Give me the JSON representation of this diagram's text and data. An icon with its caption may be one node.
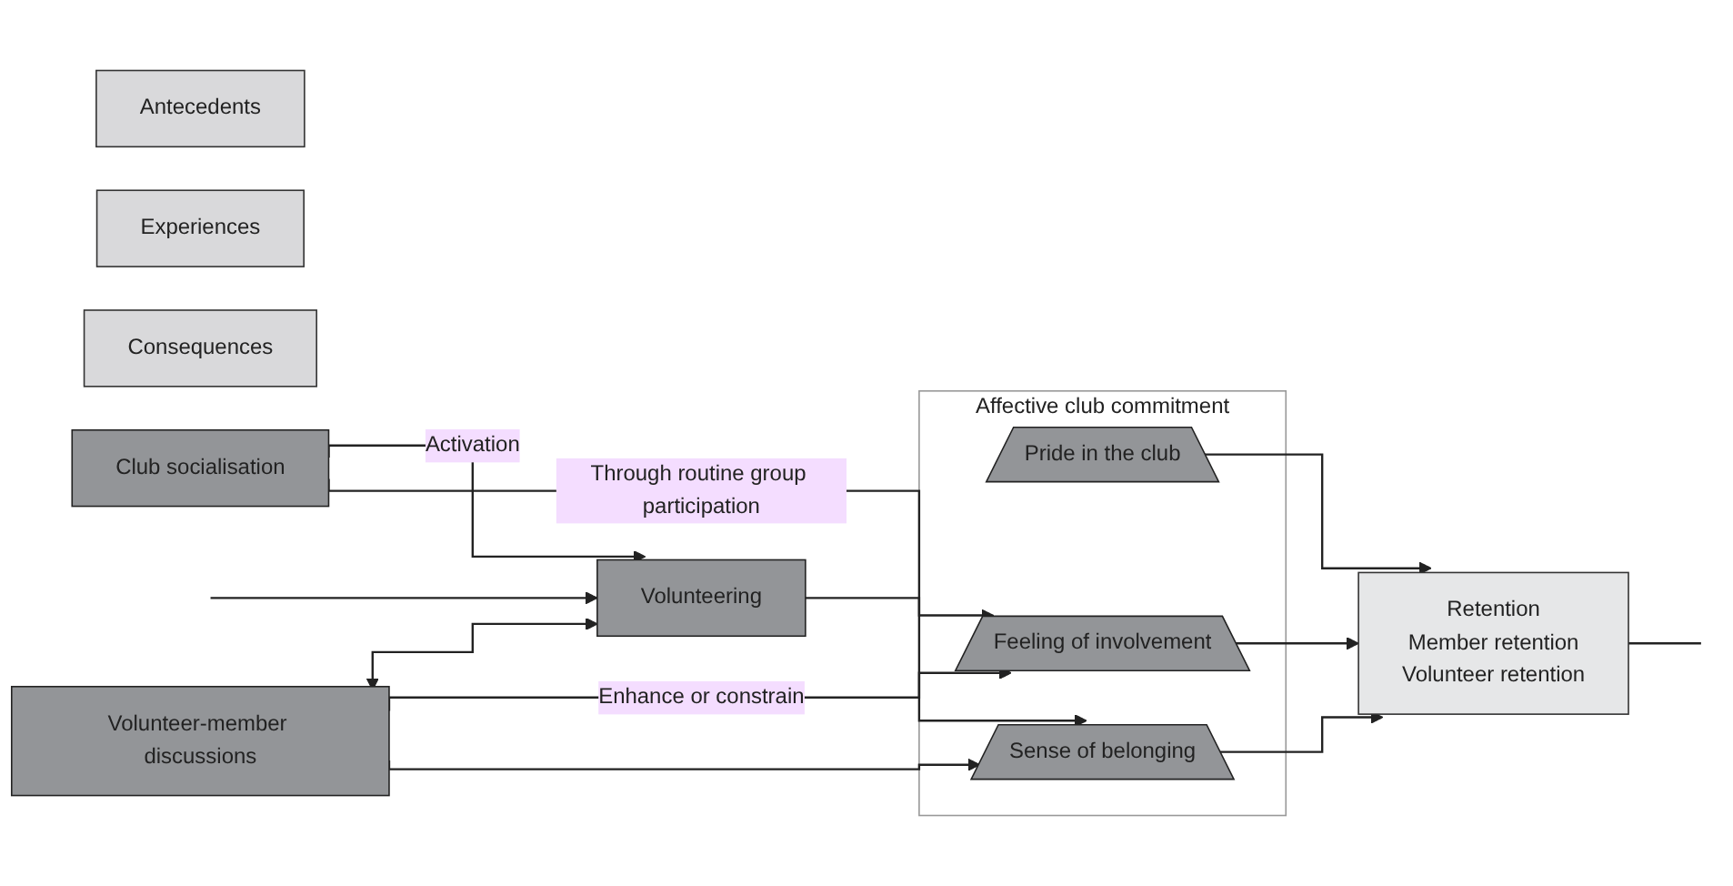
{
  "diagram": {
    "nodes": [
      {
        "text": [
          "Antecedents"
        ]
      },
      {
        "text": [
          "Experiences"
        ]
      },
      {
        "text": [
          "Consequences"
        ]
      },
      {
        "text": [
          "Volunteer-member discussions"
        ]
      },
      {
        "text": [
          "Volunteering"
        ]
      },
      {
        "text": [
          "Affective club commitment"
        ]
      },
      {
        "text": [
          "Pride in the club"
        ],
        "in": 5
      },
      {
        "text": [
          "Feeling of involvement"
        ],
        "in": 5
      },
      {
        "text": [
          "Sense of belonging"
        ],
        "in": 5
      },
      {
        "text": [
          "Retention",
          "Member retention",
          "Volunteer retention"
        ]
      },
      {
        "text": [
          "Club socialisation"
        ]
      }
    ],
    "edges": [
      {
        "from": 10,
        "to": 4,
        "arrow": "to",
        "label": "Activation"
      },
      {
        "from": 10,
        "to": 8,
        "arrow": "to",
        "label": "Through routine group participation"
      },
      {
        "from": 3,
        "to": 4,
        "arrow": "both"
      },
      {
        "from": 4,
        "to": 7,
        "arrow": "to"
      },
      {
        "from": 3,
        "to": 7,
        "arrow": "to",
        "label": "Enhance or constrain"
      },
      {
        "from": 3,
        "to": 8,
        "arrow": "to"
      },
      {
        "from": 6,
        "to": 9,
        "arrow": "to"
      },
      {
        "from": 7,
        "to": 9,
        "arrow": "to"
      },
      {
        "from": 8,
        "to": 9,
        "arrow": "to"
      },
      {
        "from": null,
        "to": 4,
        "arrow": "to"
      },
      {
        "from": 9,
        "to": null,
        "arrow": "none"
      }
    ]
  }
}
